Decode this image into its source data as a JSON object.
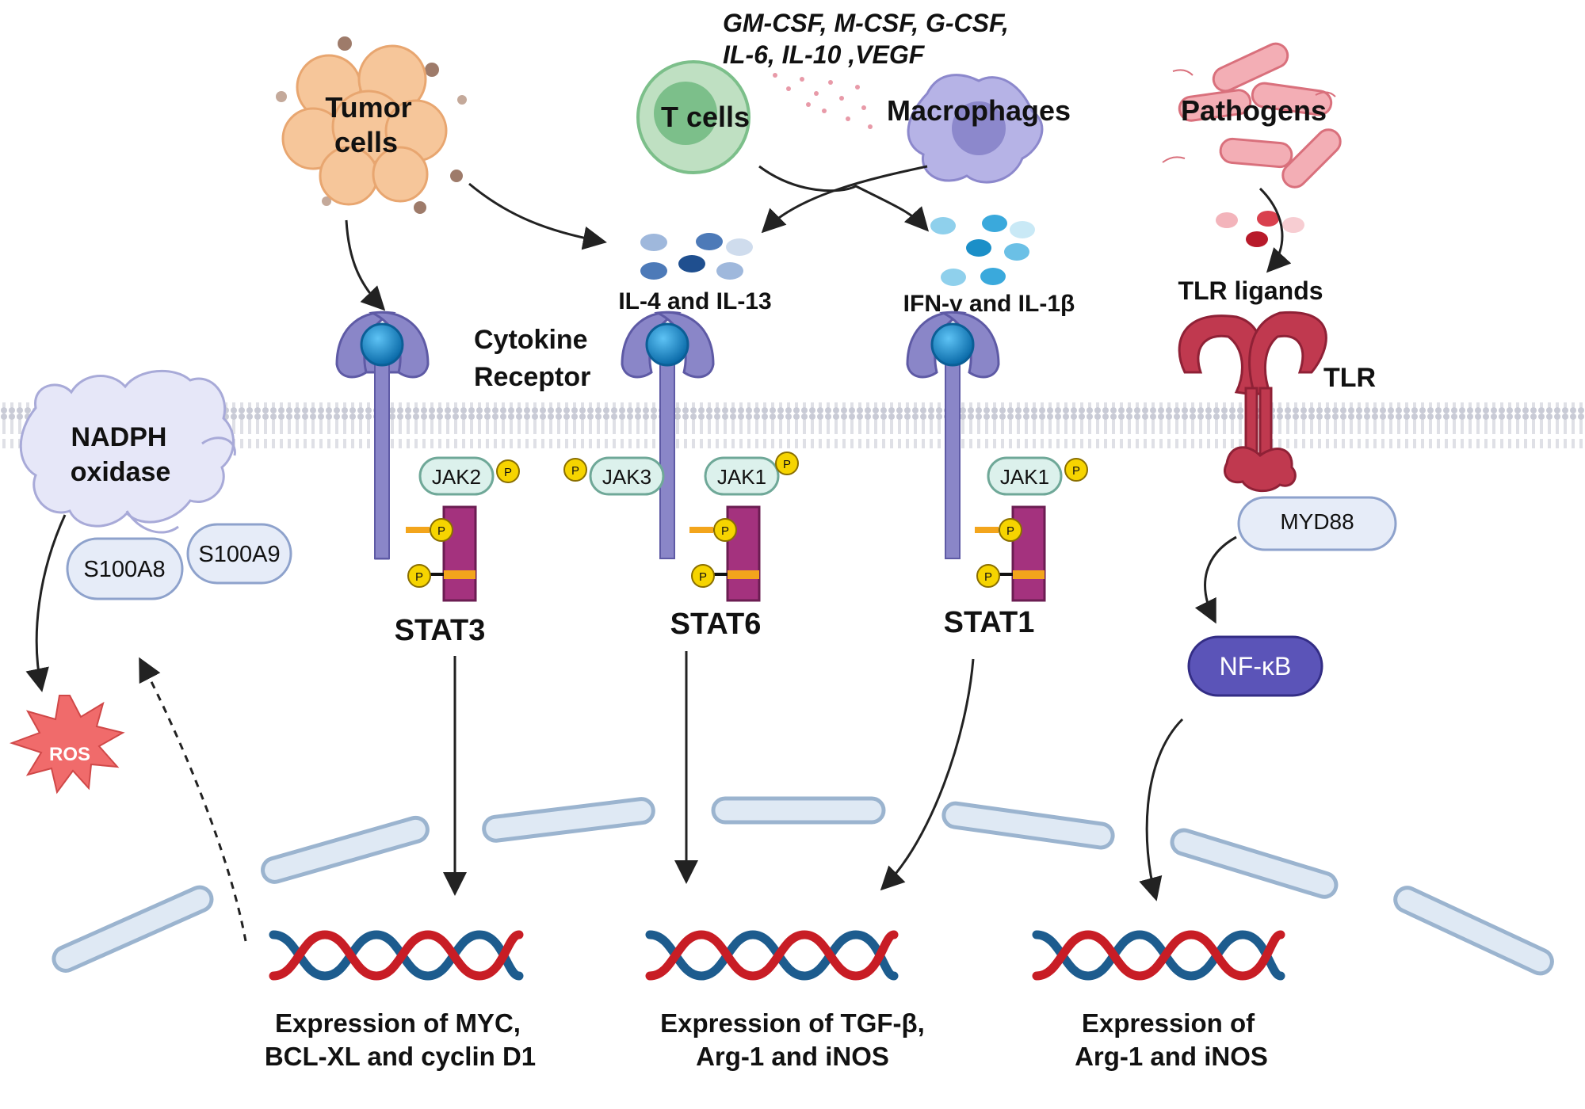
{
  "cytokines_released": {
    "line1": "GM-CSF, M-CSF, G-CSF,",
    "line2": "IL-6, IL-10 ,VEGF"
  },
  "cells": {
    "tumor_line1": "Tumor",
    "tumor_line2": "cells",
    "t_cells": "T cells",
    "macrophages": "Macrophages",
    "pathogens": "Pathogens"
  },
  "ligands": {
    "il4_il13": "IL-4 and IL-13",
    "ifn_il1b": "IFN-γ and IL-1β",
    "tlr_ligands": "TLR ligands"
  },
  "receptors": {
    "cytokine_line1": "Cytokine",
    "cytokine_line2": "Receptor",
    "tlr": "TLR"
  },
  "enzymes": {
    "nadph_line1": "NADPH",
    "nadph_line2": "oxidase",
    "s100a8": "S100A8",
    "s100a9": "S100A9",
    "ros": "ROS"
  },
  "kinases": {
    "jak2": "JAK2",
    "jak3": "JAK3",
    "jak1_a": "JAK1",
    "jak1_b": "JAK1",
    "phospho": "P"
  },
  "stats": {
    "stat3": "STAT3",
    "stat6": "STAT6",
    "stat1": "STAT1"
  },
  "adaptors": {
    "myd88": "MYD88",
    "nfkb": "NF-κB"
  },
  "expression": {
    "left_line1": "Expression of MYC,",
    "left_line2": "BCL-XL and cyclin D1",
    "mid_line1": "Expression of TGF-β,",
    "mid_line2": "Arg-1 and iNOS",
    "right_line1": "Expression of",
    "right_line2": "Arg-1 and iNOS"
  },
  "colors": {
    "receptor_purple": "#8a86c8",
    "receptor_ball": "#1d8fd0",
    "stat_magenta": "#a4327e",
    "tlr_red": "#c0394f",
    "nfkb_purple": "#5b54b8",
    "ros_red": "#f06b6b",
    "dna_red": "#c81d25",
    "dna_blue": "#1d5c8e"
  }
}
